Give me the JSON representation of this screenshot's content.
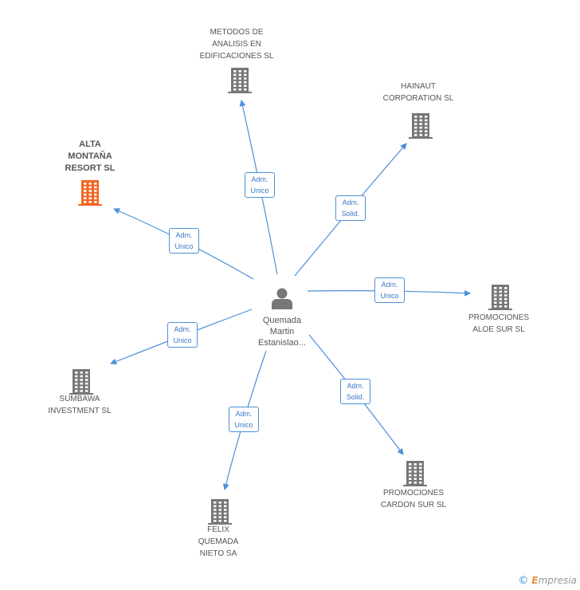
{
  "colors": {
    "edge": "#4a90d9",
    "building": "#777777",
    "building_main": "#f26522",
    "person": "#777777"
  },
  "center": {
    "name_lines": [
      "Quemada",
      "Martin",
      "Estanislao..."
    ],
    "icon": "person-icon"
  },
  "companies": [
    {
      "id": "alta",
      "lines": [
        "ALTA",
        "MONTAÑA",
        "RESORT SL"
      ],
      "highlight": true,
      "role_lines": [
        "Adm.",
        "Unico"
      ]
    },
    {
      "id": "metodos",
      "lines": [
        "METODOS DE",
        "ANALISIS EN",
        "EDIFICACIONES SL"
      ],
      "highlight": false,
      "role_lines": [
        "Adm.",
        "Unico"
      ]
    },
    {
      "id": "hainaut",
      "lines": [
        "HAINAUT",
        "CORPORATION SL"
      ],
      "highlight": false,
      "role_lines": [
        "Adm.",
        "Solid."
      ]
    },
    {
      "id": "aloe",
      "lines": [
        "PROMOCIONES",
        "ALOE SUR SL"
      ],
      "highlight": false,
      "role_lines": [
        "Adm.",
        "Unico"
      ]
    },
    {
      "id": "cardon",
      "lines": [
        "PROMOCIONES",
        "CARDON SUR SL"
      ],
      "highlight": false,
      "role_lines": [
        "Adm.",
        "Solid."
      ]
    },
    {
      "id": "felix",
      "lines": [
        "FELIX",
        "QUEMADA",
        "NIETO SA"
      ],
      "highlight": false,
      "role_lines": [
        "Adm.",
        "Unico"
      ]
    },
    {
      "id": "sumbawa",
      "lines": [
        "SUMBAWA",
        "INVESTMENT SL"
      ],
      "highlight": false,
      "role_lines": [
        "Adm.",
        "Unico"
      ]
    }
  ],
  "brand": {
    "copyright": "©",
    "e": "E",
    "rest": "mpresia"
  }
}
